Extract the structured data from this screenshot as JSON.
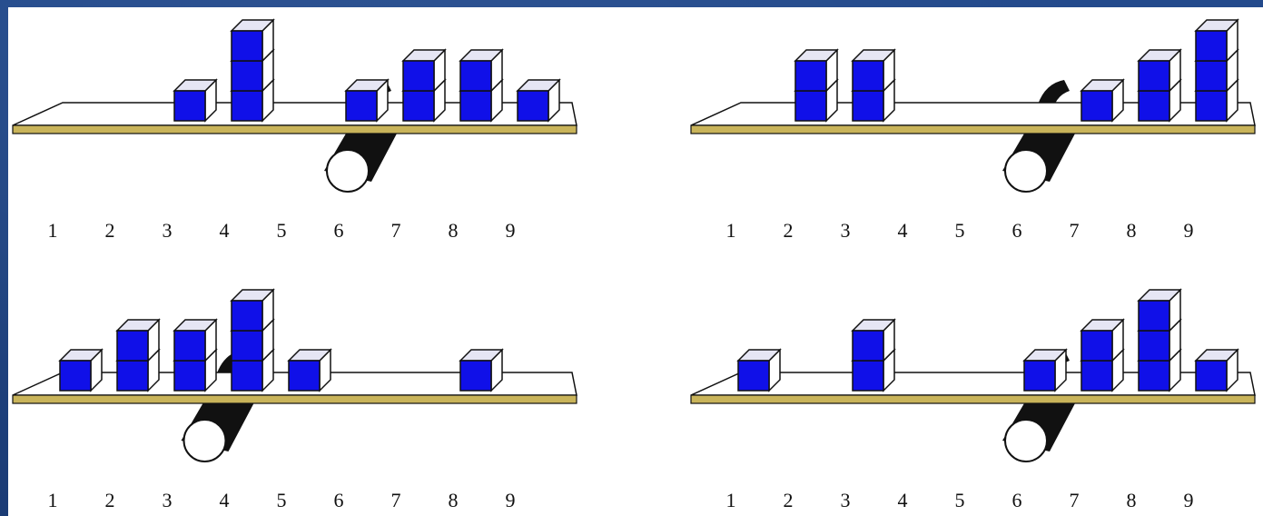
{
  "colors": {
    "cube_front": "#1010e8",
    "cube_top": "#e6e6f4",
    "cube_side": "#ffffff",
    "board_top": "#ffffff",
    "board_edge": "#c9b45a",
    "fulcrum_body": "#111111",
    "background": "#1c3f7a"
  },
  "position_labels": [
    "1",
    "2",
    "3",
    "4",
    "5",
    "6",
    "7",
    "8",
    "9"
  ],
  "panels": [
    {
      "id": "top-left",
      "fulcrum_position": 6.0,
      "stacks": [
        0,
        0,
        1,
        3,
        0,
        1,
        2,
        2,
        1
      ]
    },
    {
      "id": "top-right",
      "fulcrum_position": 6.0,
      "stacks": [
        0,
        2,
        2,
        0,
        0,
        0,
        1,
        2,
        3
      ]
    },
    {
      "id": "bottom-left",
      "fulcrum_position": 3.5,
      "stacks": [
        1,
        2,
        2,
        3,
        1,
        0,
        0,
        1,
        0
      ]
    },
    {
      "id": "bottom-right",
      "fulcrum_position": 6.0,
      "stacks": [
        1,
        0,
        2,
        0,
        0,
        1,
        2,
        3,
        1
      ]
    }
  ]
}
